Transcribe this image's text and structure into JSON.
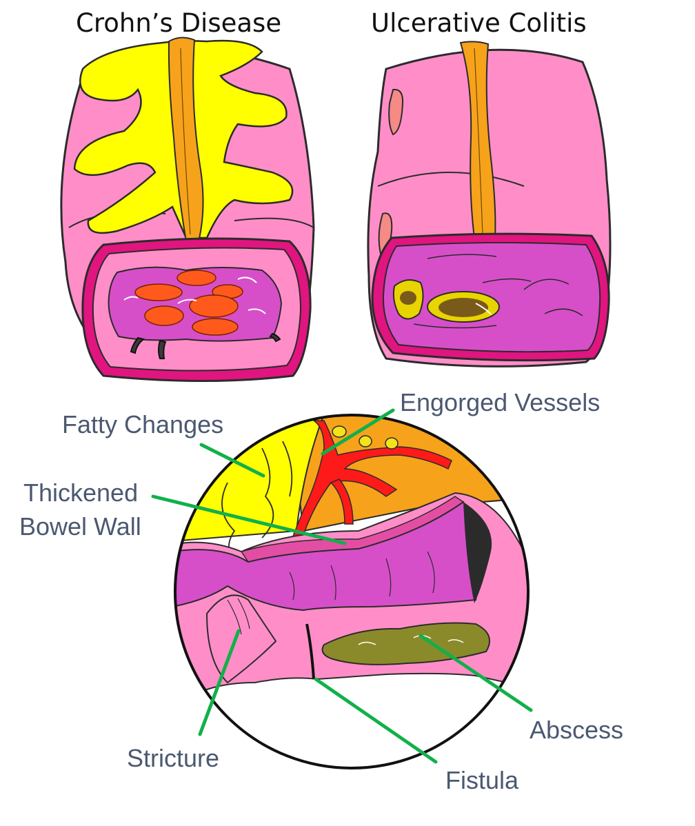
{
  "titles": {
    "left": "Crohn’s Disease",
    "right": "Ulcerative Colitis"
  },
  "labels": {
    "engorged_vessels": "Engorged Vessels",
    "fatty_changes": "Fatty Changes",
    "thickened_line1": "Thickened",
    "thickened_line2": "Bowel Wall",
    "stricture": "Stricture",
    "fistula": "Fistula",
    "abscess": "Abscess"
  },
  "colors": {
    "bowel_pink": "#ff8ec8",
    "bowel_rim": "#e0157f",
    "mucosa_purple": "#d64fc9",
    "mesentery_yellow": "#ffff00",
    "vessel_orange": "#f7a21b",
    "ulcer_orange": "#ff5a1c",
    "engorged_red": "#ff1a1a",
    "abscess_olive": "#8b8a2a",
    "leader_green": "#12b04a",
    "label_text": "#4b5870"
  }
}
